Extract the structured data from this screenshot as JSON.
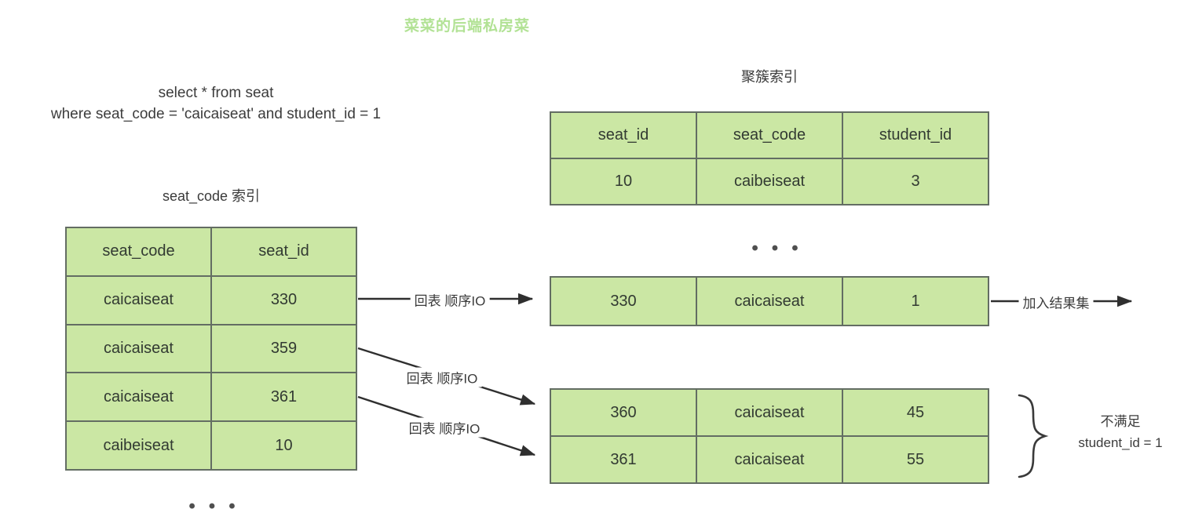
{
  "watermark": "菜菜的后端私房菜",
  "sql": {
    "line1": "select * from seat",
    "line2": "where seat_code = 'caicaiseat' and student_id = 1"
  },
  "secondary_index": {
    "title": "seat_code 索引",
    "headers": [
      "seat_code",
      "seat_id"
    ],
    "rows": [
      [
        "caicaiseat",
        "330"
      ],
      [
        "caicaiseat",
        "359"
      ],
      [
        "caicaiseat",
        "361"
      ],
      [
        "caibeiseat",
        "10"
      ]
    ]
  },
  "clustered_index": {
    "title": "聚簇索引",
    "headers": [
      "seat_id",
      "seat_code",
      "student_id"
    ],
    "top_row": [
      "10",
      "caibeiseat",
      "3"
    ],
    "matched_row": [
      "330",
      "caicaiseat",
      "1"
    ],
    "unmatched_rows": [
      [
        "360",
        "caicaiseat",
        "45"
      ],
      [
        "361",
        "caicaiseat",
        "55"
      ]
    ]
  },
  "arrows": {
    "back_to_table_1": "回表 顺序IO",
    "back_to_table_2": "回表 顺序IO",
    "back_to_table_3": "回表 顺序IO",
    "add_to_result": "加入结果集"
  },
  "annotations": {
    "not_satisfied_line1": "不满足",
    "not_satisfied_line2": "student_id = 1"
  },
  "ellipsis_glyph": "•••",
  "colors": {
    "cell_green": "#cbe7a4",
    "table_border": "#636d63",
    "cell_text": "#323a32",
    "watermark_green": "#b2e295",
    "arrow": "#2f2f2f",
    "label_text": "#3c3c3c"
  }
}
